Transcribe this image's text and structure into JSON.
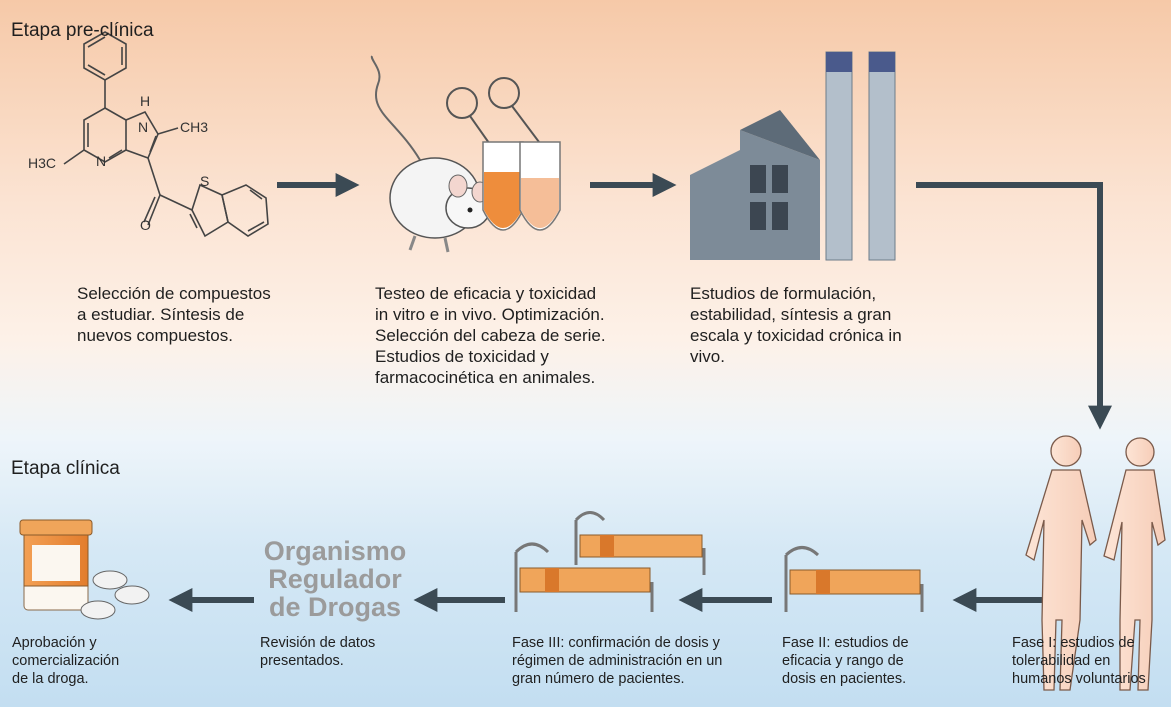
{
  "labels": {
    "preclinical": "Etapa pre-clínica",
    "clinical": "Etapa clínica"
  },
  "molecule": {
    "atoms": {
      "h": "H",
      "n1": "N",
      "ch3_right": "CH3",
      "h3c_left": "H3C",
      "n2": "N",
      "s": "S",
      "o": "O"
    }
  },
  "steps": {
    "select_compounds": "Selección de compuestos\na estudiar. Síntesis de\nnuevos compuestos.",
    "efficacy_testing": "Testeo de eficacia y toxicidad\nin vitro e in vivo. Optimización.\nSelección del cabeza de serie.\nEstudios de toxicidad  y\nfarmacocinética en animales.",
    "formulation": "Estudios de formulación,\nestabilidad, síntesis a gran\nescala y toxicidad crónica in\nvivo.",
    "phase1": "Fase I: estudios de\ntolerabilidad en\nhumanos voluntarios",
    "phase2": "Fase II: estudios de\neficacia y rango de\ndosis en pacientes.",
    "phase3": "Fase III: confirmación de dosis y\nrégimen de administración en un\ngran número de pacientes.",
    "review": "Revisión de datos\npresentados.",
    "approval": "Aprobación y\ncomercialización\nde la droga."
  },
  "regulator": "Organismo\nRegulador\nde Drogas",
  "colors": {
    "arrow": "#3b4a54",
    "tube_fill": "#ee8d3c",
    "tube_fill_light": "#f5be98",
    "factory": "#7d8b98",
    "chimney_top": "#4a5a8c",
    "bed_orange": "#f0a55a",
    "regulator_text": "#9b9b9b"
  }
}
